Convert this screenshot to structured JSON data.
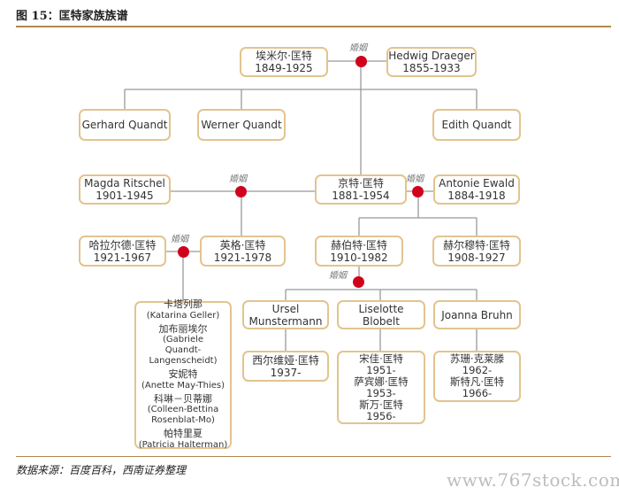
{
  "title": "图 15：匡特家族族谱",
  "marriage_label": "婚姻",
  "source": "数据来源：百度百科，西南证券整理",
  "watermark": "www.767stock.com",
  "colors": {
    "box_border": "#e3c48e",
    "line": "#999999",
    "marriage_dot": "#d0021b",
    "rule": "#b08a4a"
  },
  "people": {
    "emil": {
      "name": "埃米尔·匡特",
      "years": "1849-1925"
    },
    "hedwig": {
      "name": "Hedwig Draeger",
      "years": "1855-1933"
    },
    "gerhard": {
      "name": "Gerhard Quandt"
    },
    "werner": {
      "name": "Werner Quandt"
    },
    "edith": {
      "name": "Edith Quandt"
    },
    "magda": {
      "name": "Magda Ritschel",
      "years": "1901-1945"
    },
    "gunther": {
      "name": "京特·匡特",
      "years": "1881-1954"
    },
    "antonie": {
      "name": "Antonie Ewald",
      "years": "1884-1918"
    },
    "harald": {
      "name": "哈拉尔德·匡特",
      "years": "1921-1967"
    },
    "inge": {
      "name": "英格·匡特",
      "years": "1921-1978"
    },
    "herbert": {
      "name": "赫伯特·匡特",
      "years": "1910-1982"
    },
    "hellmut": {
      "name": "赫尔穆特·匡特",
      "years": "1908-1927"
    },
    "harald_children": [
      "卡塔列那",
      "(Katarina Geller)",
      "加布丽埃尔",
      "(Gabriele",
      "Quandt-Langenscheidt)",
      "安妮特",
      "(Anette May-Thies)",
      "科琳－贝蒂娜",
      "(Colleen-Bettina",
      "Rosenblat-Mo)",
      "帕特里夏",
      "(Patricia Halterman)"
    ],
    "ursel": {
      "line1": "Ursel",
      "line2": "Munstermann"
    },
    "liselotte": {
      "name": "Liselotte Blobelt"
    },
    "joanna": {
      "name": "Joanna Bruhn"
    },
    "ursel_child": {
      "name": "西尔维娅·匡特",
      "years": "1937-"
    },
    "liselotte_children": [
      "宋佳·匡特",
      "1951-",
      "萨宾娜·匡特",
      "1953-",
      "斯万·匡特",
      "1956-"
    ],
    "joanna_children": [
      "苏珊·克莱滕",
      "1962-",
      "斯特凡·匡特",
      "1966-"
    ]
  }
}
